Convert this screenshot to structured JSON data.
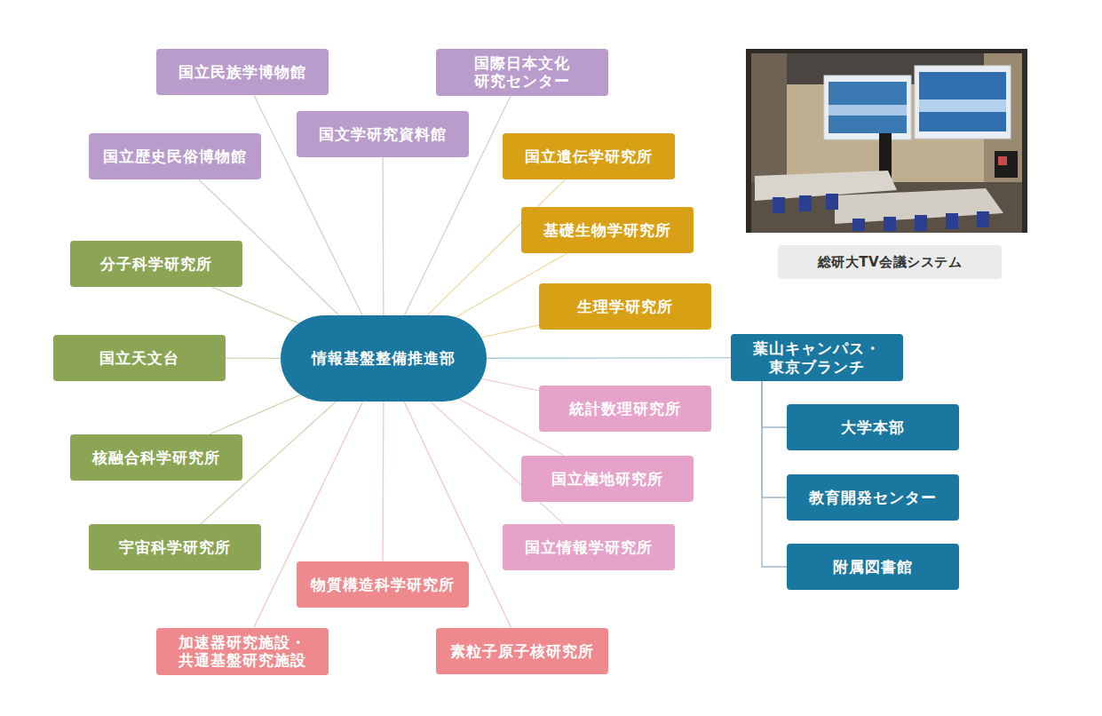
{
  "diagram": {
    "nodes": [
      {
        "text": [
          "国立民族学博物館"
        ]
      },
      {
        "text": [
          "国際日本文化 研究センター"
        ]
      },
      {
        "text": [
          "国文学研究資料館"
        ]
      },
      {
        "text": [
          "国立歴史民俗博物館"
        ]
      },
      {
        "text": [
          "国立遺伝学研究所"
        ]
      },
      {
        "text": [
          "基礎生物学研究所"
        ]
      },
      {
        "text": [
          "分子科学研究所"
        ]
      },
      {
        "text": [
          "総研大TV会議システム"
        ]
      },
      {
        "text": [
          "生理学研究所"
        ]
      },
      {
        "text": [
          "情報基盤整備推進部"
        ]
      },
      {
        "text": [
          "葉山キャンパス・ 東京ブランチ"
        ]
      },
      {
        "text": [
          "国立天文台"
        ]
      },
      {
        "text": [
          "統計数理研究所"
        ]
      },
      {
        "text": [
          "大学本部"
        ]
      },
      {
        "text": [
          "核融合科学研究所"
        ]
      },
      {
        "text": [
          "国立極地研究所"
        ]
      },
      {
        "text": [
          "教育開発センター"
        ]
      },
      {
        "text": [
          "宇宙科学研究所"
        ]
      },
      {
        "text": [
          "国立情報学研究所"
        ]
      },
      {
        "text": [
          "附属図書館"
        ]
      },
      {
        "text": [
          "物質構造科学研究所"
        ]
      },
      {
        "text": [
          "加速器研究施設・ 共通基盤研究施設"
        ]
      },
      {
        "text": [
          "素粒子原子核研究所"
        ]
      }
    ],
    "edges": [
      {
        "from": 9,
        "to": 0,
        "arrow": "none"
      },
      {
        "from": 9,
        "to": 1,
        "arrow": "none"
      },
      {
        "from": 9,
        "to": 2,
        "arrow": "none"
      },
      {
        "from": 9,
        "to": 3,
        "arrow": "none"
      },
      {
        "from": 9,
        "to": 4,
        "arrow": "none"
      },
      {
        "from": 9,
        "to": 5,
        "arrow": "none"
      },
      {
        "from": 9,
        "to": 6,
        "arrow": "none"
      },
      {
        "from": 9,
        "to": 8,
        "arrow": "none"
      },
      {
        "from": 9,
        "to": 11,
        "arrow": "none"
      },
      {
        "from": 9,
        "to": 12,
        "arrow": "none"
      },
      {
        "from": 9,
        "to": 14,
        "arrow": "none"
      },
      {
        "from": 9,
        "to": 15,
        "arrow": "none"
      },
      {
        "from": 9,
        "to": 17,
        "arrow": "none"
      },
      {
        "from": 9,
        "to": 18,
        "arrow": "none"
      },
      {
        "from": 9,
        "to": 20,
        "arrow": "none"
      },
      {
        "from": 9,
        "to": 21,
        "arrow": "none"
      },
      {
        "from": 9,
        "to": 22,
        "arrow": "none"
      },
      {
        "from": 9,
        "to": 10,
        "arrow": "none"
      },
      {
        "from": 10,
        "to": 13,
        "arrow": "none"
      },
      {
        "from": 10,
        "to": 16,
        "arrow": "none"
      },
      {
        "from": 10,
        "to": 19,
        "arrow": "none"
      }
    ]
  }
}
